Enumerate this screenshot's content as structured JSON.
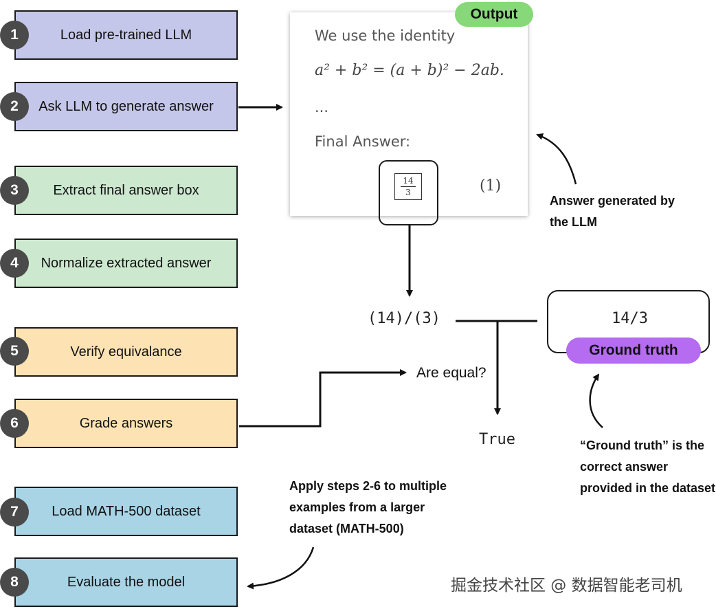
{
  "steps": [
    {
      "num": "1",
      "label": "Load pre-trained LLM"
    },
    {
      "num": "2",
      "label": "Ask LLM to generate answer"
    },
    {
      "num": "3",
      "label": "Extract final answer box"
    },
    {
      "num": "4",
      "label": "Normalize extracted answer"
    },
    {
      "num": "5",
      "label": "Verify equivalance"
    },
    {
      "num": "6",
      "label": "Grade answers"
    },
    {
      "num": "7",
      "label": "Load MATH-500 dataset"
    },
    {
      "num": "8",
      "label": "Evaluate the model"
    }
  ],
  "output": {
    "badge": "Output",
    "intro": "We use the identity",
    "equation": "a² + b² = (a + b)² − 2ab.",
    "ellipsis": "...",
    "final_label": "Final Answer:",
    "frac_num": "14",
    "frac_den": "3",
    "eq_number": "(1)"
  },
  "extracted": "(14)/(3)",
  "ground_truth": {
    "value": "14/3",
    "badge": "Ground truth"
  },
  "compare_label": "Are equal?",
  "result": "True",
  "notes": {
    "llm_answer": [
      "Answer generated by",
      "the LLM"
    ],
    "ground_truth": [
      "“Ground truth” is the",
      "correct answer",
      "provided in the dataset"
    ],
    "apply_steps": [
      "Apply steps 2-6 to multiple",
      "examples from a larger",
      "dataset (MATH-500)"
    ]
  },
  "watermark": "掘金技术社区 @ 数据智能老司机",
  "colors": {
    "purple": "#c5c7ea",
    "green": "#cce8cf",
    "orange": "#fde3b3",
    "blue": "#a8d4e6",
    "output_badge": "#87d879",
    "gt_badge": "#b56cf0"
  }
}
